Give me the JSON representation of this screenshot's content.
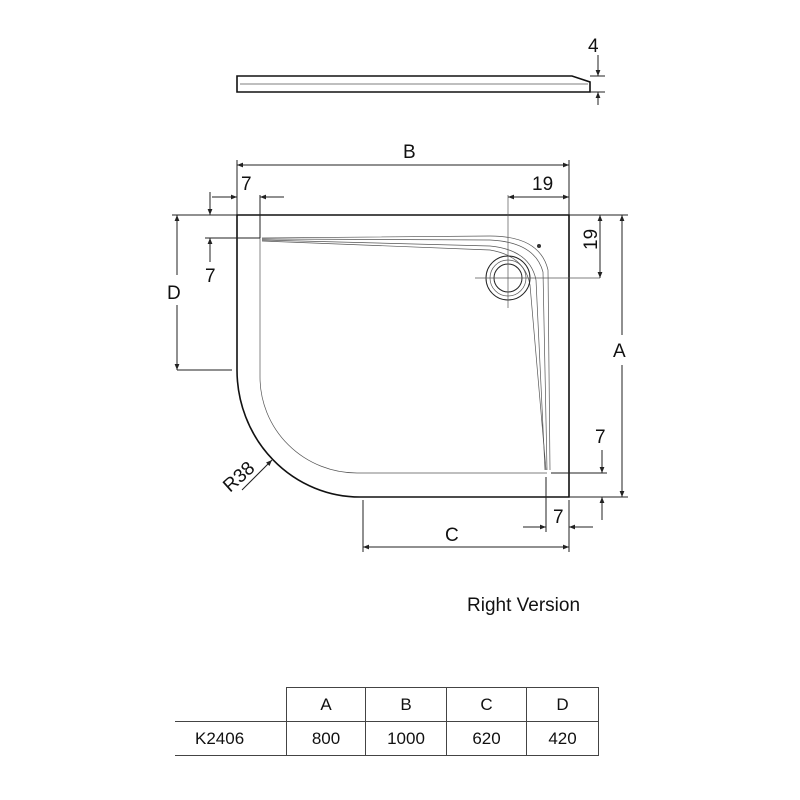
{
  "drawing": {
    "side_thickness_label": "4",
    "dim_B": "B",
    "dim_A": "A",
    "dim_C": "C",
    "dim_D": "D",
    "rim_top": "7",
    "rim_left": "7",
    "rim_right": "7",
    "rim_bottom": "7",
    "drain_offset_x": "19",
    "drain_offset_y": "19",
    "radius": "R38"
  },
  "caption": "Right Version",
  "table": {
    "headers": [
      "A",
      "B",
      "C",
      "D"
    ],
    "rows": [
      {
        "model": "K2406",
        "values": [
          "800",
          "1000",
          "620",
          "420"
        ]
      }
    ]
  }
}
